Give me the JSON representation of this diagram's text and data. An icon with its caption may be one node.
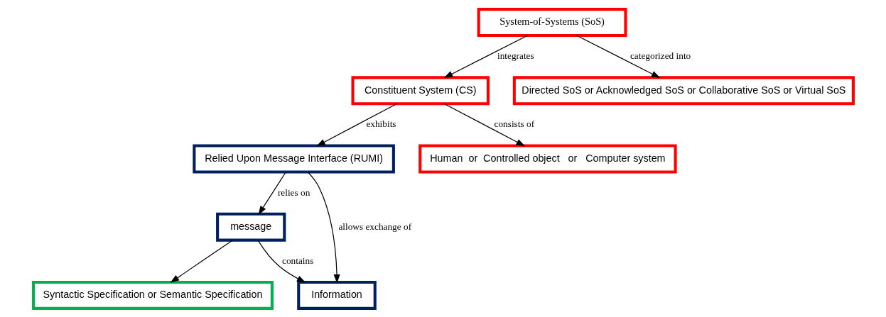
{
  "diagram": {
    "nodes": [
      {
        "text": [
          "message"
        ]
      },
      {
        "text": [
          "Information"
        ]
      },
      {
        "text": [
          "System-of-Systems (SoS)"
        ]
      },
      {
        "text": [
          "Relied Upon Message Interface (RUMI)"
        ]
      },
      {
        "text": [
          "Constituent System (CS)"
        ]
      },
      {
        "text": [
          "Directed SoS or Acknowledged SoS or Collaborative SoS or Virtual SoS"
        ]
      },
      {
        "text": [
          "Syntactic Specification or Semantic Specification"
        ]
      },
      {
        "text": [
          "Human  or  Controlled object   or   Computer system"
        ]
      }
    ],
    "edges": [
      {
        "from": 0,
        "to": 1,
        "arrow": "to",
        "label": "contains"
      },
      {
        "from": 3,
        "to": 0,
        "arrow": "to",
        "label": "relies on"
      },
      {
        "from": 3,
        "to": 1,
        "arrow": "to",
        "label": "allows exchange of"
      },
      {
        "from": 2,
        "to": 4,
        "arrow": "to",
        "label": "integrates"
      },
      {
        "from": 2,
        "to": 5,
        "arrow": "to",
        "label": "categorized into"
      },
      {
        "from": 4,
        "to": 3,
        "arrow": "to",
        "label": "exhibits"
      },
      {
        "from": 4,
        "to": 7,
        "arrow": "to",
        "label": "consists of"
      },
      {
        "from": 0,
        "to": 6,
        "arrow": "to"
      }
    ]
  }
}
